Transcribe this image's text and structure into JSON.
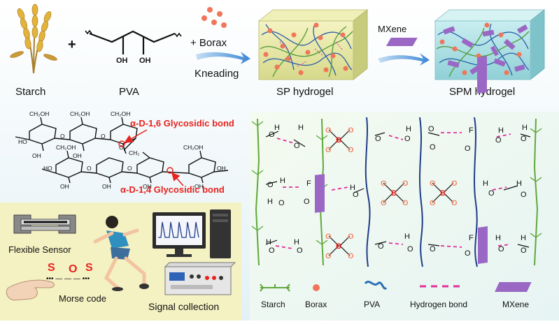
{
  "top": {
    "starch_label": "Starch",
    "pva_label": "PVA",
    "plus1": "+",
    "plus2": "+ Borax",
    "kneading": "Kneading",
    "oh1": "OH",
    "oh2": "OH",
    "sp_label": "SP hydrogel",
    "spm_label": "SPM hydrogel",
    "mxene_arrow": "MXene"
  },
  "molecule": {
    "bond16": "α-D-1,6 Glycosidic bond",
    "bond14": "α-D-1,4 Glycosidic bond",
    "ch2oh": "CH₂OH",
    "oh": "OH",
    "ho": "HO",
    "o": "O",
    "ch2": "CH₂"
  },
  "network": {
    "o": "O",
    "h": "H",
    "b": "B",
    "f": "F"
  },
  "legend": {
    "starch": "Starch",
    "borax": "Borax",
    "pva": "PVA",
    "hbond": "Hydrogen bond",
    "mxene": "MXene"
  },
  "app": {
    "flexible_sensor": "Flexible Sensor",
    "sos_s1": "S",
    "sos_o": "O",
    "sos_s2": "S",
    "morse": "Morse code",
    "signal": "Signal collection",
    "morse_dots": "•••  — — —  •••"
  },
  "colors": {
    "red": "#e8231f",
    "green": "#5fa83b",
    "blue": "#1f3c88",
    "pink": "#e0309a",
    "purple": "#9a68c4",
    "orange": "#f08a6c"
  }
}
